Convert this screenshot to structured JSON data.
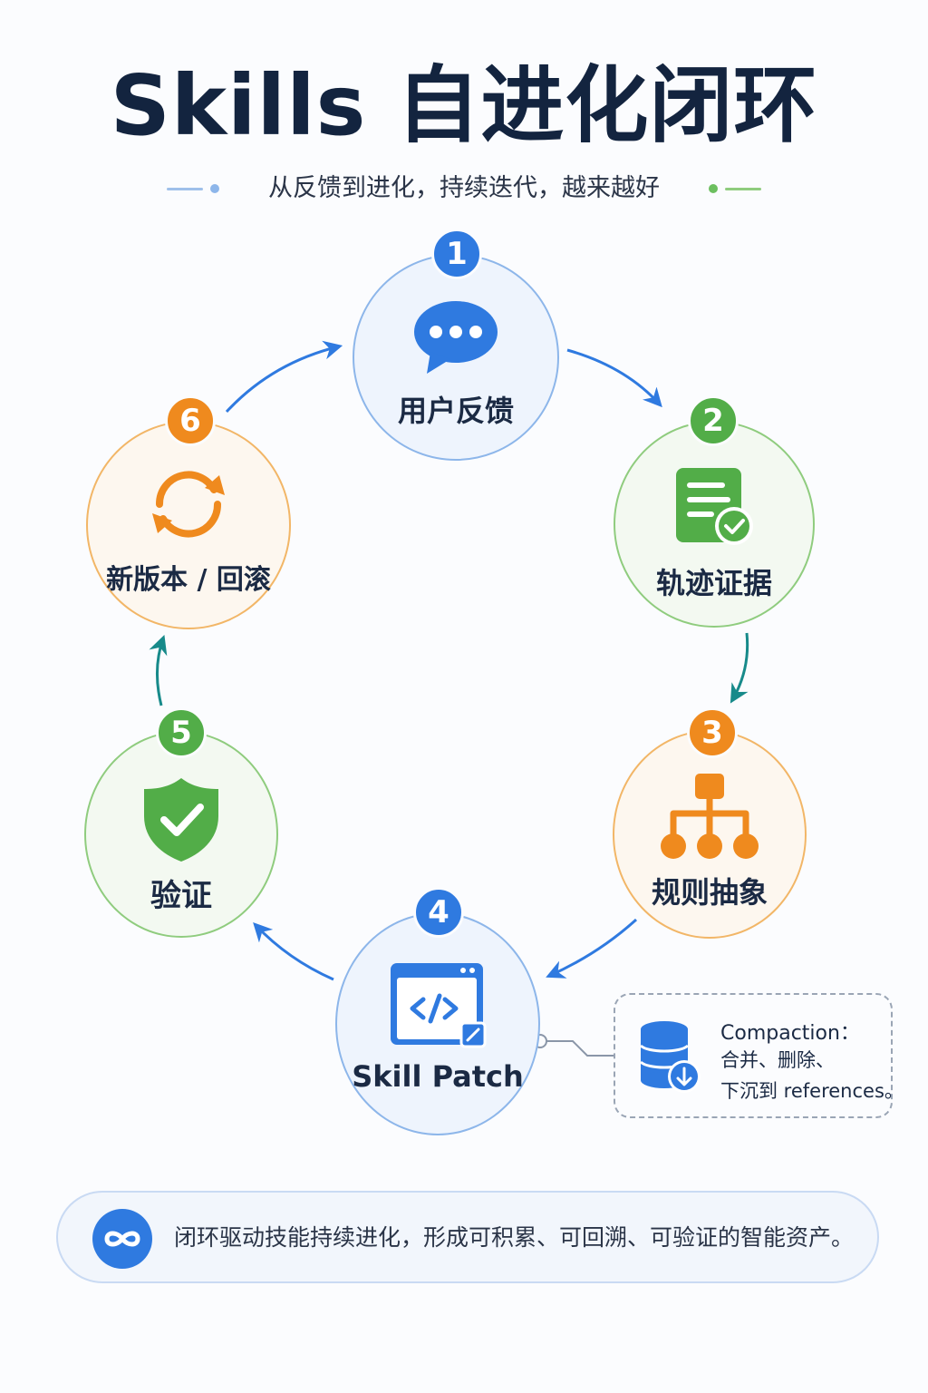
{
  "title": "Skills 自进化闭环",
  "subtitle": "从反馈到进化，持续迭代，越来越好",
  "colors": {
    "blue": "#2f7ae0",
    "green": "#52ad48",
    "orange": "#ef8a1e",
    "teal": "#178a8a",
    "dark_text": "#1b2a44"
  },
  "steps": [
    {
      "number": "1",
      "label": "用户反馈",
      "icon": "chat-bubble-icon",
      "color": "blue"
    },
    {
      "number": "2",
      "label": "轨迹证据",
      "icon": "document-check-icon",
      "color": "green"
    },
    {
      "number": "3",
      "label": "规则抽象",
      "icon": "hierarchy-icon",
      "color": "orange"
    },
    {
      "number": "4",
      "label": "Skill Patch",
      "icon": "code-window-icon",
      "color": "blue"
    },
    {
      "number": "5",
      "label": "验证",
      "icon": "shield-check-icon",
      "color": "green"
    },
    {
      "number": "6",
      "label": "新版本 / 回滚",
      "icon": "refresh-cycle-icon",
      "color": "orange"
    }
  ],
  "compaction": {
    "title": "Compaction：",
    "line1": "合并、删除、",
    "line2": "下沉到 references。",
    "icon": "database-download-icon"
  },
  "footer": {
    "text": "闭环驱动技能持续进化，形成可积累、可回溯、可验证的智能资产。",
    "icon": "infinity-icon"
  }
}
